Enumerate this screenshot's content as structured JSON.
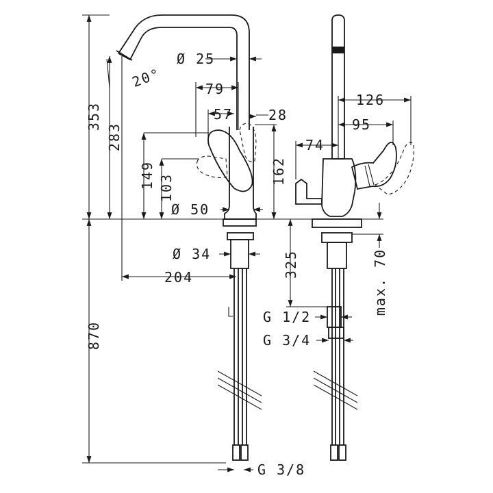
{
  "side_view": {
    "height_total": "353",
    "height_spout": "283",
    "spout_angle": "20°",
    "spout_diameter": "Ø 25",
    "lever_reach": "79",
    "lever_offset": "57",
    "lever_width": "28",
    "lever_height": "149",
    "body_height": "103",
    "handle_height": "162",
    "base_diameter": "Ø 50",
    "shank_diameter": "Ø 34",
    "spout_reach": "204",
    "hose_length": "870",
    "hose_thread": "G 3/8"
  },
  "front_view": {
    "lever_span": "126",
    "lever_offset": "95",
    "side_offset": "74",
    "mounting_depth": "325",
    "max_countertop": "max. 70",
    "thread_small": "G 1/2",
    "thread_large": "G 3/4"
  }
}
